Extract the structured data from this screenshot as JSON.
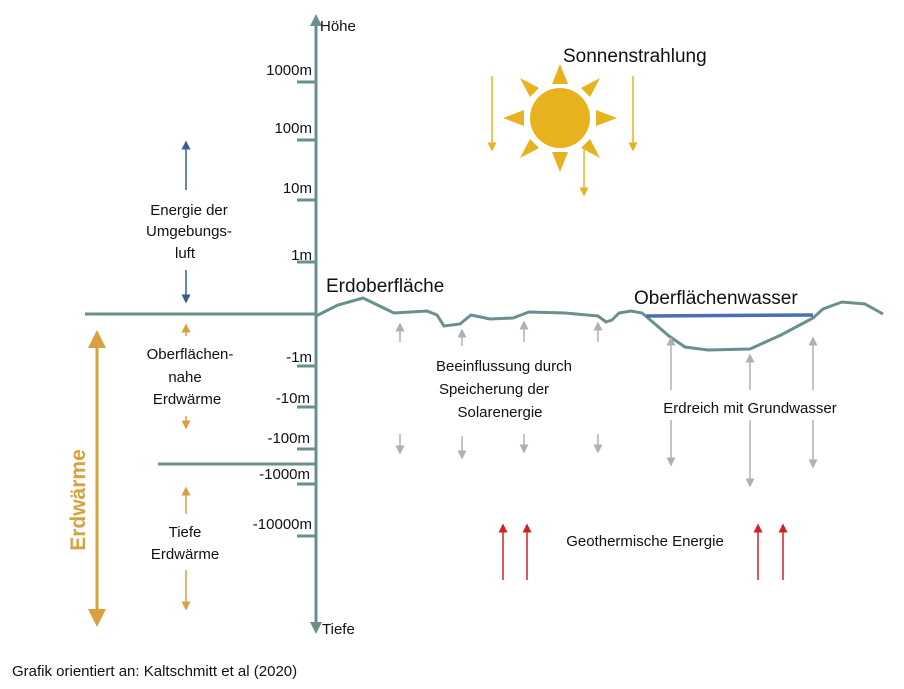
{
  "axis": {
    "top_label": "Höhe",
    "bottom_label": "Tiefe",
    "height_ticks": [
      "1000m",
      "100m",
      "10m",
      "1m"
    ],
    "depth_ticks": [
      "-1m",
      "-10m",
      "-100m",
      "-1000m",
      "-10000m"
    ]
  },
  "labels": {
    "sun": "Sonnenstrahlung",
    "surface": "Erdoberfläche",
    "surface_water": "Oberflächenwasser",
    "air_energy": [
      "Energie der",
      "Umgebungs-",
      "luft"
    ],
    "near_surface": [
      "Oberflächen-",
      "nahe",
      "Erdwärme"
    ],
    "deep": [
      "Tiefe",
      "Erdwärme"
    ],
    "geothermal_total": "Erdwärme",
    "solar_storage": [
      "Beeinflussung  durch",
      "Speicherung der",
      "Solarenergie"
    ],
    "groundwater": "Erdreich  mit Grundwasser",
    "geothermal_energy": "Geothermische  Energie",
    "source": "Grafik orientiert  an: Kaltschmitt et al (2020)"
  },
  "colors": {
    "axis": "#6b8e8e",
    "sun": "#e8b21e",
    "orange": "#d9a040",
    "blue_arrow": "#3b5f8a",
    "water": "#4a6fb5",
    "gray_arrow": "#b0b0b0",
    "red": "#d42020"
  }
}
